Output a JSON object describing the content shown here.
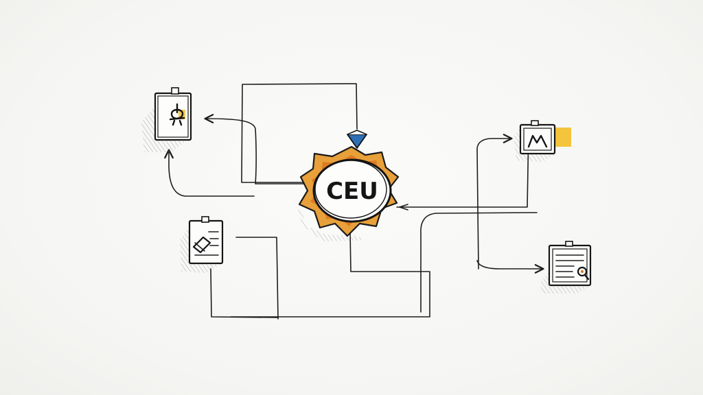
{
  "hub": {
    "label": "CEU"
  },
  "nodes": [
    {
      "id": "doc-top-left",
      "icon": "figure-document-icon"
    },
    {
      "id": "doc-mid-left",
      "icon": "pen-document-icon"
    },
    {
      "id": "doc-top-right",
      "icon": "mountain-image-document-icon"
    },
    {
      "id": "doc-bottom-right",
      "icon": "magnifier-document-icon"
    }
  ],
  "colors": {
    "ink": "#1d1d1d",
    "hub_outer": "#e8a03a",
    "hub_inner": "#d9741f",
    "highlight_yellow": "#f3c43c",
    "arrow_blue": "#2f6fb5",
    "paper": "#fdfdfc",
    "background": "#f7f7f5"
  }
}
